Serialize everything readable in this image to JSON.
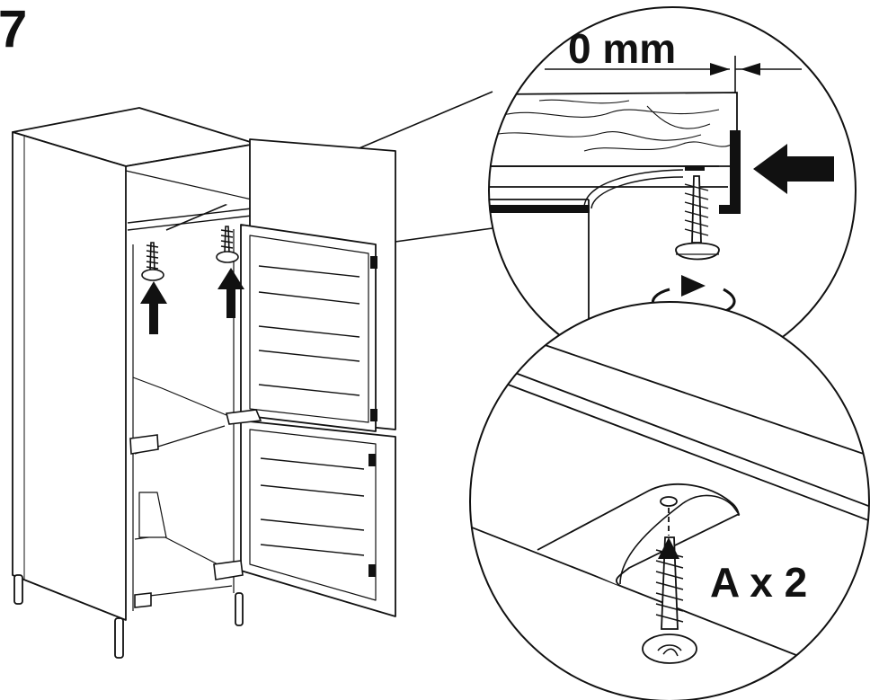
{
  "step": {
    "number": "7"
  },
  "detail_top": {
    "gap_label": "0 mm"
  },
  "detail_bottom": {
    "quantity_label": "A x 2"
  },
  "colors": {
    "ink": "#111111",
    "paper": "#ffffff"
  }
}
